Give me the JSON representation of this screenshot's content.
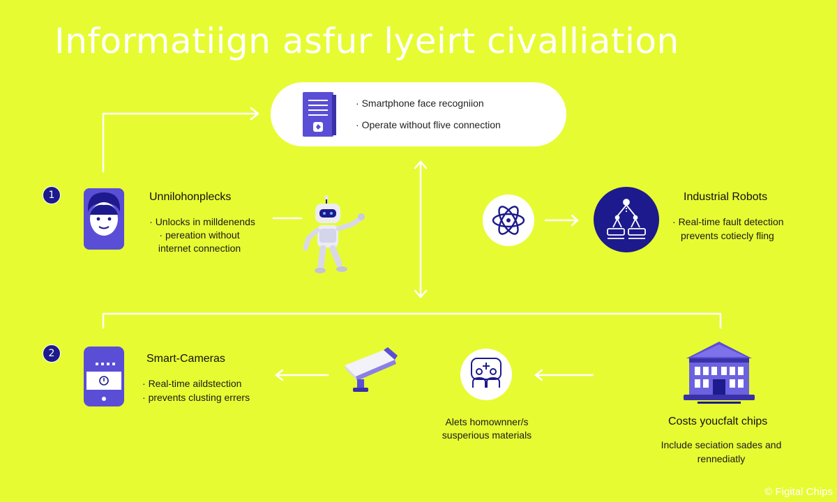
{
  "title": "Informatiign asfur lyeirt civalliation",
  "top_card": {
    "lines": [
      "Smartphone face recogniion",
      "Operate without flive connection"
    ]
  },
  "section1": {
    "badge": "1",
    "left": {
      "heading": "Unnilohonplecks",
      "lines": [
        "Unlocks in milldenends",
        "pereation without",
        "internet connection"
      ]
    },
    "right": {
      "heading": "Industrial Robots",
      "lines": [
        "Real-time fault detection",
        "prevents cotiecly fling"
      ]
    }
  },
  "section2": {
    "badge": "2",
    "left": {
      "heading": "Smart-Cameras",
      "lines": [
        "Real-time aildstection",
        "prevents clusting errers"
      ]
    },
    "middle": {
      "lines": [
        "Alets homownner/s",
        "susperious materials"
      ]
    },
    "right": {
      "heading": "Costs youcfalt chips",
      "lines": [
        "Include seciation sades and",
        "rennediatly"
      ]
    }
  },
  "copyright": "© Figital Chips",
  "colors": {
    "background": "#e7fb32",
    "accent": "#1c1a8c",
    "icon_purple": "#5a4ed6",
    "connector": "#ffffff"
  },
  "icons": [
    "document-icon",
    "face-icon",
    "robot-icon",
    "atom-icon",
    "robot-arm-icon",
    "phone-icon",
    "camera-icon",
    "people-icon",
    "building-icon"
  ]
}
